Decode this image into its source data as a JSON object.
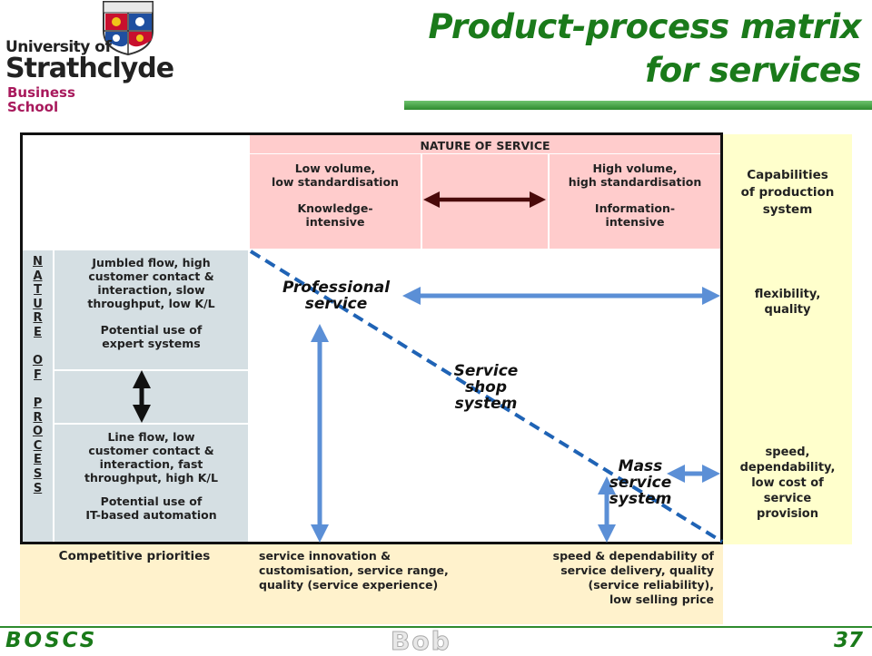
{
  "header": {
    "logo_line1": "University of",
    "logo_line2": "Strathclyde",
    "logo_line3a": "Business",
    "logo_line3b": "School",
    "title_line1": "Product-process matrix",
    "title_line2": "for services"
  },
  "matrix": {
    "nature_of_service": "NATURE OF SERVICE",
    "low_volume": "Low volume,",
    "low_std": "low standardisation",
    "knowledge1": "Knowledge-",
    "knowledge2": "intensive",
    "high_volume": "High volume,",
    "high_std": "high standardisation",
    "info1": "Information-",
    "info2": "intensive",
    "nature_of_process_letters": [
      "N",
      "A",
      "T",
      "U",
      "R",
      "E",
      "",
      "O",
      "F",
      "",
      "P",
      "R",
      "O",
      "C",
      "E",
      "S",
      "S"
    ],
    "jumbled1": "Jumbled flow, high",
    "jumbled2": "customer contact &",
    "jumbled3": "interaction, slow",
    "jumbled4": "throughput, low K/L",
    "expert1": "Potential use of",
    "expert2": "expert systems",
    "line1": "Line flow, low",
    "line2": "customer contact &",
    "line3": "interaction, fast",
    "line4": "throughput, high K/L",
    "it1": "Potential use of",
    "it2": "IT-based automation",
    "professional1": "Professional",
    "professional2": "service",
    "shop1": "Service",
    "shop2": "shop",
    "shop3": "system",
    "mass1": "Mass",
    "mass2": "service",
    "mass3": "system"
  },
  "capabilities": {
    "heading1": "Capabilities",
    "heading2": "of production",
    "heading3": "system",
    "flex1": "flexibility,",
    "flex2": "quality",
    "speed1": "speed,",
    "speed2": "dependability,",
    "speed3": "low cost of",
    "speed4": "service",
    "speed5": "provision"
  },
  "priorities": {
    "label": "Competitive priorities",
    "left1": "service innovation &",
    "left2": "customisation, service range,",
    "left3": "quality (service experience)",
    "right1": "speed & dependability of",
    "right2": "service delivery, quality",
    "right3": "(service reliability),",
    "right4": "low selling price"
  },
  "footer": {
    "brand": "BOSCS",
    "watermark": "Bob",
    "page": "37"
  },
  "colors": {
    "title_green": "#1a7a1a",
    "pink": "#ffcccc",
    "grey": "#d5dfe3",
    "capabilities_bg": "#ffffcc",
    "priorities_bg": "#fff2cc",
    "arrow_blue": "#5b8fd6",
    "arrow_dark": "#4a0a0a"
  }
}
